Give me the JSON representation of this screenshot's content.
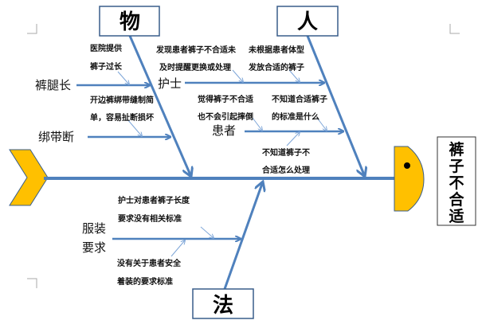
{
  "categories": {
    "material": "物",
    "people": "人",
    "method": "法"
  },
  "effect": [
    "裤",
    "子",
    "不",
    "合",
    "适"
  ],
  "material_causes": {
    "pants_long": {
      "label": "裤腿长",
      "detail": [
        "医院提供",
        "裤子过长"
      ]
    },
    "strap_broken": {
      "label": "绑带断",
      "detail": [
        "开边裤绑带缝制简",
        "单，容易扯断损坏"
      ]
    }
  },
  "people_causes": {
    "nurse": {
      "label": "护士",
      "detail_a": [
        "发现患者裤子不合适未",
        "及时提醒更换或处理"
      ],
      "detail_b": [
        "未根据患者体型",
        "发放合适的裤子"
      ]
    },
    "patient": {
      "label": "患者",
      "detail_a": [
        "觉得裤子不合适",
        "也不会引起摔倒"
      ],
      "detail_b": [
        "不知道合适裤子",
        "的标准是什么"
      ],
      "detail_c": [
        "不知道裤子不",
        "合适怎么处理"
      ]
    }
  },
  "method_causes": {
    "dress_req": {
      "label": [
        "服装",
        "要求"
      ],
      "detail_a": [
        "护士对患者裤子长度",
        "要求没有相关标准"
      ],
      "detail_b": [
        "没有关于患者安全",
        "着装的要求标准"
      ]
    }
  },
  "colors": {
    "bone": "#4f81bd",
    "fish": "#ffc000",
    "box_border": "#385d8a"
  }
}
